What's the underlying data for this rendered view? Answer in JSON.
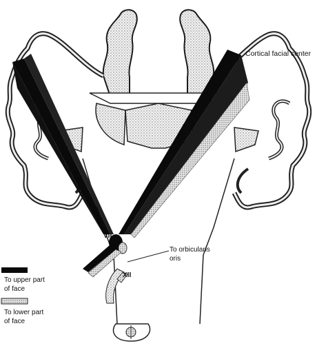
{
  "labels": {
    "cortical_center": "Cortical facial center",
    "orbicularis_line1": "To orbicularis",
    "orbicularis_line2": "oris",
    "nerve_vii": "VII",
    "nerve_xii": "XII"
  },
  "legend": {
    "upper": {
      "line1": "To upper part",
      "line2": "of face",
      "color": "#0a0a0a"
    },
    "lower": {
      "line1": "To lower part",
      "line2": "of face",
      "color": "#d8d8d8"
    }
  },
  "colors": {
    "outline": "#1a1a1a",
    "stipple": "#bdbdbd",
    "background": "#ffffff"
  }
}
